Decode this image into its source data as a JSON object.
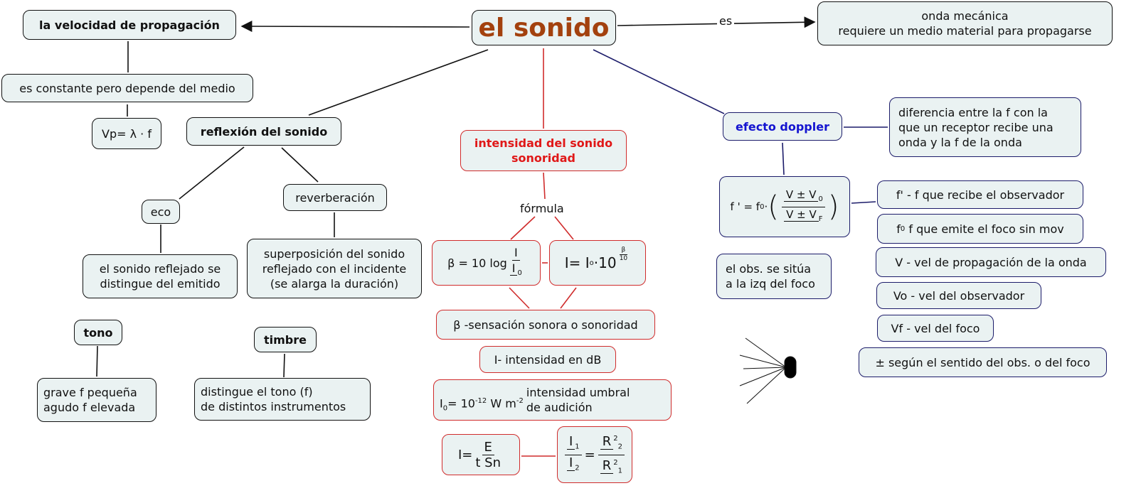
{
  "title": "el sonido",
  "link_es": "es",
  "velocidad": "la velocidad de propagación",
  "onda": {
    "l1": "onda mecánica",
    "l2": "requiere un medio material para propagarse"
  },
  "constante": "es constante pero depende del medio",
  "vp": "Vp= λ · f",
  "reflexion": "reflexión del sonido",
  "eco": "eco",
  "reverberacion": "reverberación",
  "eco_desc": {
    "l1": "el sonido reflejado se",
    "l2": "distingue del emitido"
  },
  "reverb_desc": {
    "l1": "superposición del sonido",
    "l2": "reflejado con el incidente",
    "l3": "(se alarga la duración)"
  },
  "tono": "tono",
  "timbre": "timbre",
  "tono_desc": {
    "l1": "grave f pequeña",
    "l2": "agudo f elevada"
  },
  "timbre_desc": {
    "l1": "distingue el tono (f)",
    "l2": "de distintos instrumentos"
  },
  "intensidad": {
    "l1": "intensidad del sonido",
    "l2": "sonoridad"
  },
  "formula_label": "fórmula",
  "beta_formula": {
    "lhs": "β = 10 log",
    "num": "I",
    "den": "I",
    "den_sub": "0"
  },
  "io_formula": {
    "text": "I= I",
    "sub": "o",
    "mid": "·10",
    "exp_num": "β",
    "exp_den": "10"
  },
  "sensacion": "β -sensación sonora o sonoridad",
  "i_db": "I- intensidad en dB",
  "umbral": {
    "lhs": "I",
    "lhs_sub": "0",
    "eq": "=  10",
    "exp": "-12",
    "unit": "W m",
    "unit_exp": "-2",
    "l1": "intensidad umbral",
    "l2": "de audición"
  },
  "i_energy": {
    "lhs": "I=",
    "num": "E",
    "den": "t Sn"
  },
  "ratio": {
    "n": "I",
    "n_sub": "1",
    "d": "I",
    "d_sub": "2",
    "rn": "R",
    "rn_sub": "2",
    "rd": "R",
    "rd_sub": "1",
    "exp": "2"
  },
  "doppler": "efecto doppler",
  "diferencia": {
    "l1": "diferencia entre la f con la",
    "l2": "que un receptor recibe una",
    "l3": "onda y la f de la onda"
  },
  "doppler_formula": {
    "lhs": "f ' =  f",
    "lhs_sub": "0",
    "num": "V ±  V",
    "num_sub": "0",
    "den": "V ±  V",
    "den_sub": "F"
  },
  "obs": {
    "l1": "el obs. se sitúa",
    "l2": "a la izq del foco"
  },
  "legend": {
    "fp": "f' - f que recibe el observador",
    "f0": "f",
    "f0_sub": "0",
    "f0_text": " f que emite el foco sin mov",
    "v": "V - vel de propagación de la onda",
    "vo": "Vo - vel del observador",
    "vf": "Vf - vel del foco",
    "pm": "± según el sentido del obs. o del foco"
  },
  "colors": {
    "red": "#d02c2c",
    "navy": "#1c1c6a",
    "title": "#a3410e",
    "doppler": "#1414d0",
    "box": "#eaf2f2"
  }
}
